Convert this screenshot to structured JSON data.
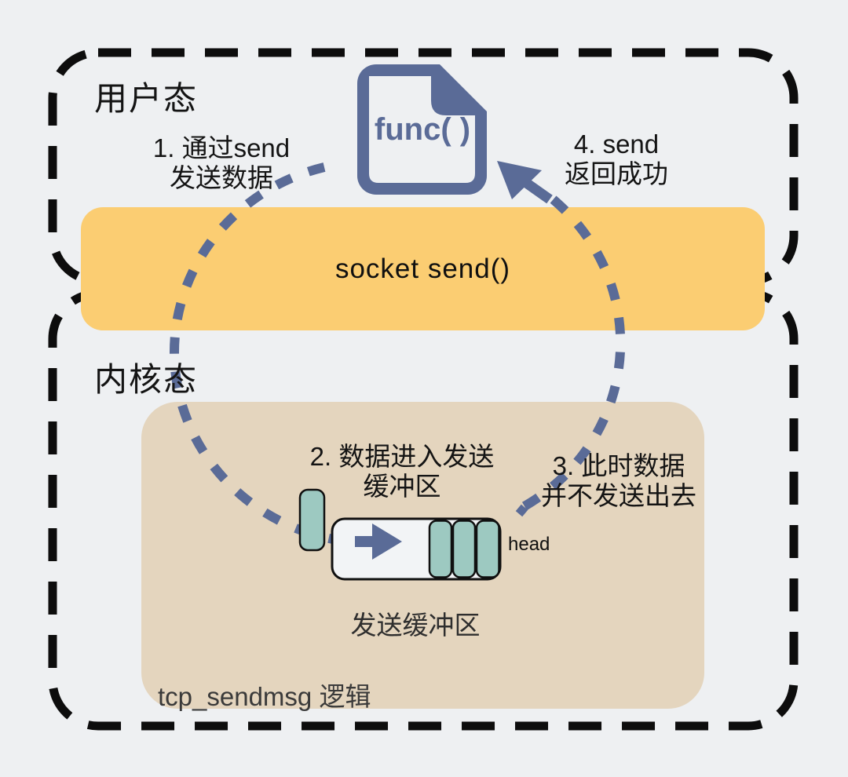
{
  "labels": {
    "user_mode": "用户态",
    "kernel_mode": "内核态",
    "func": "func( )",
    "socket_send": "socket  send()",
    "head": "head",
    "send_buffer": "发送缓冲区",
    "tcp_logic": "tcp_sendmsg 逻辑"
  },
  "steps": [
    {
      "id": 1,
      "line1": "1. 通过send",
      "line2": "发送数据"
    },
    {
      "id": 2,
      "line1": "2. 数据进入发送",
      "line2": "缓冲区"
    },
    {
      "id": 3,
      "line1": "3. 此时数据",
      "line2": "并不发送出去"
    },
    {
      "id": 4,
      "line1": "4. send",
      "line2": "返回成功"
    }
  ],
  "colors": {
    "bg": "#eef0f2",
    "boundary": "#0d0d0d",
    "yellow": "#fbcd72",
    "tan": "#e4d5be",
    "teal": "#9dc9c1",
    "slate": "#5a6b97",
    "buffer-fill": "#f2f4f6",
    "text-dark": "#141414",
    "text-soft": "#3a3a3a"
  }
}
